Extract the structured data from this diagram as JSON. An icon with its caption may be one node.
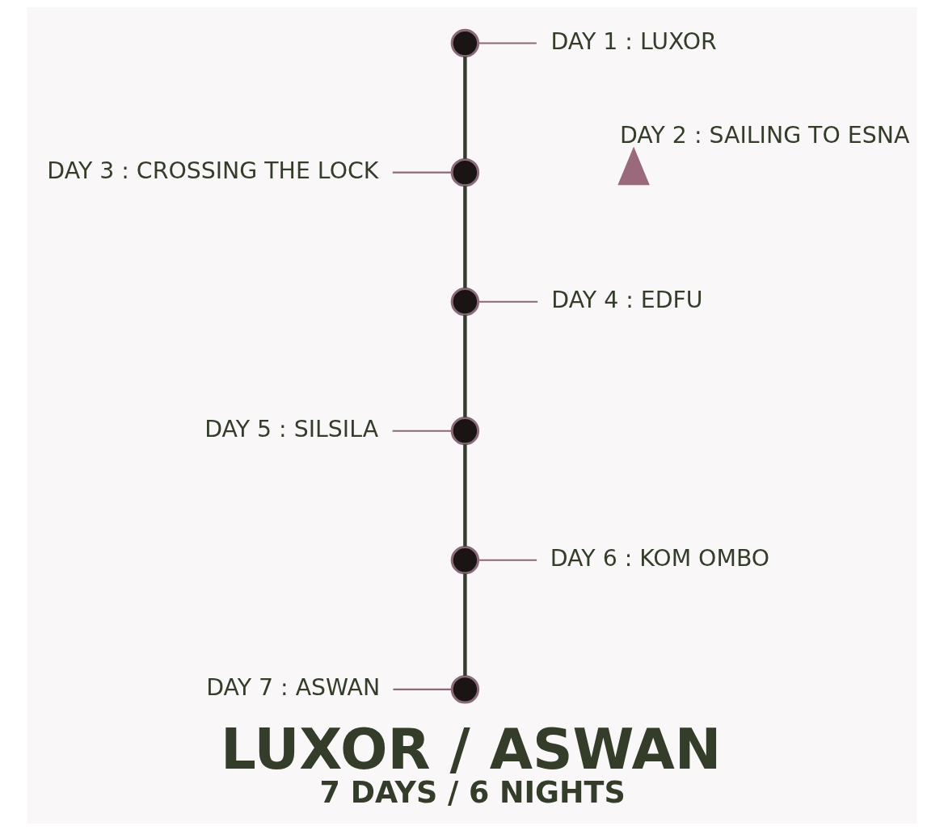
{
  "diagram": {
    "title": "LUXOR / ASWAN",
    "caption": "7 DAYS / 6 NIGHTS",
    "nodes": [
      {
        "text": [],
        "shape": "circle"
      },
      {
        "text": [
          "DAY 1 : LUXOR"
        ]
      },
      {
        "text": [],
        "shape": "picture",
        "beside": [
          "DAY 2 : SAILING TO ESNA"
        ]
      },
      {
        "text": [
          "DAY 3 : CROSSING THE LOCK"
        ]
      },
      {
        "text": [],
        "shape": "circle"
      },
      {
        "text": [],
        "shape": "circle"
      },
      {
        "text": [
          "DAY 4 : EDFU"
        ]
      },
      {
        "text": [
          "DAY 5 : SILSILA"
        ]
      },
      {
        "text": [],
        "shape": "circle"
      },
      {
        "text": [],
        "shape": "circle"
      },
      {
        "text": [
          "DAY 6 : KOM OMBO"
        ]
      },
      {
        "text": [
          "DAY 7 : ASWAN"
        ]
      },
      {
        "text": [],
        "shape": "circle"
      }
    ],
    "edges": [
      {
        "from": 0,
        "to": 4,
        "arrow": "none",
        "style": "thick",
        "color": "#333d29"
      },
      {
        "from": 4,
        "to": 5,
        "arrow": "none",
        "style": "thick",
        "color": "#333d29"
      },
      {
        "from": 5,
        "to": 8,
        "arrow": "none",
        "style": "thick",
        "color": "#333d29"
      },
      {
        "from": 8,
        "to": 9,
        "arrow": "none",
        "style": "thick",
        "color": "#333d29"
      },
      {
        "from": 9,
        "to": 12,
        "arrow": "none",
        "style": "thick",
        "color": "#333d29"
      },
      {
        "from": 0,
        "to": 1,
        "arrow": "none"
      },
      {
        "from": 3,
        "to": 4,
        "arrow": "none"
      },
      {
        "from": 5,
        "to": 6,
        "arrow": "none"
      },
      {
        "from": 7,
        "to": 8,
        "arrow": "none"
      },
      {
        "from": 9,
        "to": 10,
        "arrow": "none"
      },
      {
        "from": 11,
        "to": 12,
        "arrow": "none"
      }
    ]
  }
}
